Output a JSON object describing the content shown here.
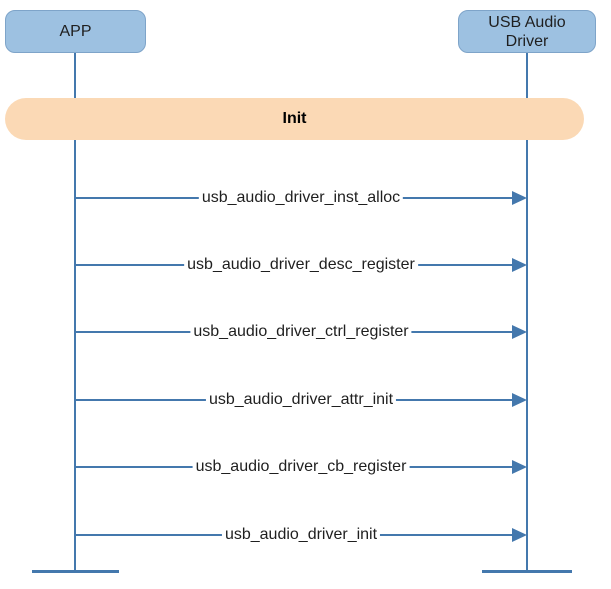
{
  "diagram": {
    "type": "sequence-diagram",
    "actors": [
      {
        "name": "APP"
      },
      {
        "name": "USB Audio Driver"
      }
    ],
    "fragment": {
      "label": "Init"
    },
    "messages": [
      {
        "label": "usb_audio_driver_inst_alloc",
        "from": "APP",
        "to": "USB Audio Driver"
      },
      {
        "label": "usb_audio_driver_desc_register",
        "from": "APP",
        "to": "USB Audio Driver"
      },
      {
        "label": "usb_audio_driver_ctrl_register",
        "from": "APP",
        "to": "USB Audio Driver"
      },
      {
        "label": "usb_audio_driver_attr_init",
        "from": "APP",
        "to": "USB Audio Driver"
      },
      {
        "label": "usb_audio_driver_cb_register",
        "from": "APP",
        "to": "USB Audio Driver"
      },
      {
        "label": "usb_audio_driver_init",
        "from": "APP",
        "to": "USB Audio Driver"
      }
    ],
    "colors": {
      "actor_fill": "#9DC1E1",
      "actor_border": "#7EA4C9",
      "fragment_fill": "#FBD9B5",
      "line": "#4478AD",
      "text": "#1F1F1F",
      "background": "#FFFFFF"
    }
  }
}
